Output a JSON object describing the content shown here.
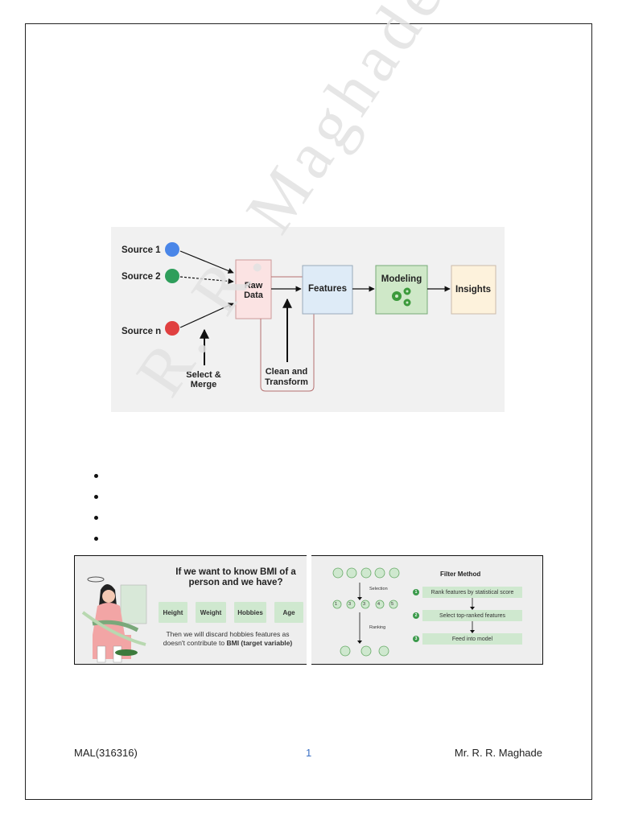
{
  "watermark": "R. R. Maghade",
  "pipeline": {
    "sources": [
      "Source 1",
      "Source 2",
      "Source n"
    ],
    "source_colors": [
      "#4a86e8",
      "#2e9e5b",
      "#e04040"
    ],
    "raw_data_label": [
      "Raw",
      "Data"
    ],
    "features_label": "Features",
    "modeling_label": "Modeling",
    "insights_label": "Insights",
    "select_merge_label": [
      "Select &",
      "Merge"
    ],
    "clean_transform_label": [
      "Clean and",
      "Transform"
    ]
  },
  "bullets": [
    "",
    "",
    "",
    ""
  ],
  "bmi": {
    "question": "If we want to know BMI of a person and we have?",
    "features": [
      "Height",
      "Weight",
      "Hobbies",
      "Age"
    ],
    "note_prefix": "Then we will discard hobbies features as doesn't contribute to",
    "note_bold": "BMI (target variable)"
  },
  "filter_method": {
    "title": "Filter Method",
    "selection_label": "Selection",
    "ranking_label": "Ranking",
    "rank_nodes": [
      "1",
      "3",
      "3",
      "4",
      "5"
    ],
    "steps": [
      "Rank features by statistical score",
      "Select top-ranked features",
      "Feed into model"
    ],
    "step_numbers": [
      "1",
      "2",
      "3"
    ]
  },
  "footer": {
    "left": "MAL(316316)",
    "page_number": "1",
    "right": "Mr. R. R. Maghade"
  }
}
